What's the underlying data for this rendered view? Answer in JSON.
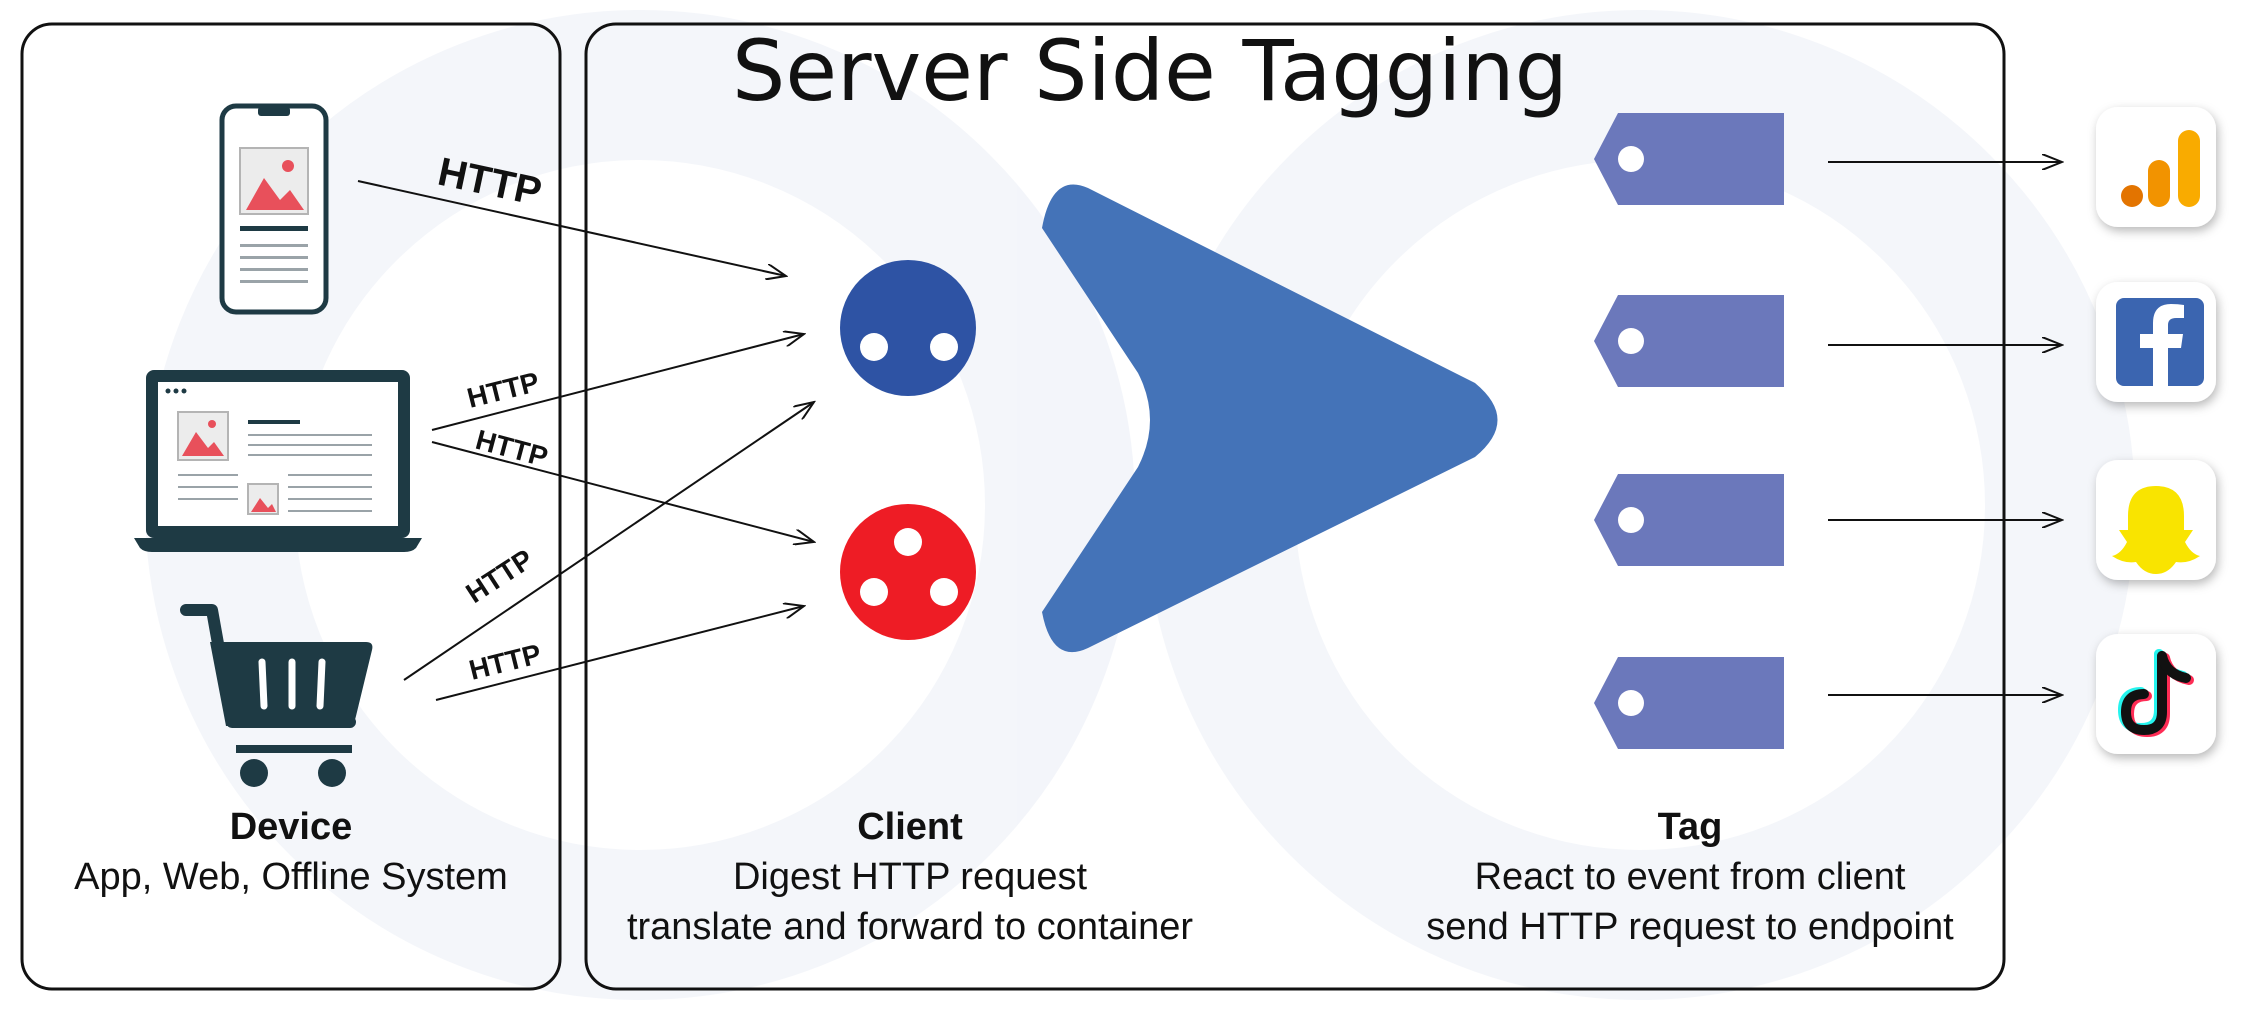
{
  "title": "Server Side Tagging",
  "sections": {
    "device": {
      "heading": "Device",
      "lines": [
        "App, Web, Offline System"
      ]
    },
    "client": {
      "heading": "Client",
      "lines": [
        "Digest HTTP request",
        "translate and forward to container"
      ]
    },
    "tag": {
      "heading": "Tag",
      "lines": [
        "React to event from client",
        "send HTTP request to endpoint"
      ]
    }
  },
  "http_labels": [
    "HTTP",
    "HTTP",
    "HTTP",
    "HTTP",
    "HTTP"
  ],
  "devices": [
    "smartphone-icon",
    "laptop-icon",
    "shopping-cart-icon"
  ],
  "clients": [
    "blue-client-icon",
    "red-client-icon"
  ],
  "destinations": [
    "google-analytics-icon",
    "facebook-icon",
    "snapchat-icon",
    "tiktok-icon"
  ],
  "colors": {
    "client_blue": "#2e53a4",
    "client_red": "#ee1c25",
    "container_blue": "#4473b8",
    "tag_purple": "#6b78bb",
    "device_dark": "#1e3a44",
    "facebook": "#3b65b0",
    "snapchat": "#f9e400",
    "analytics_orange": "#f29300"
  }
}
